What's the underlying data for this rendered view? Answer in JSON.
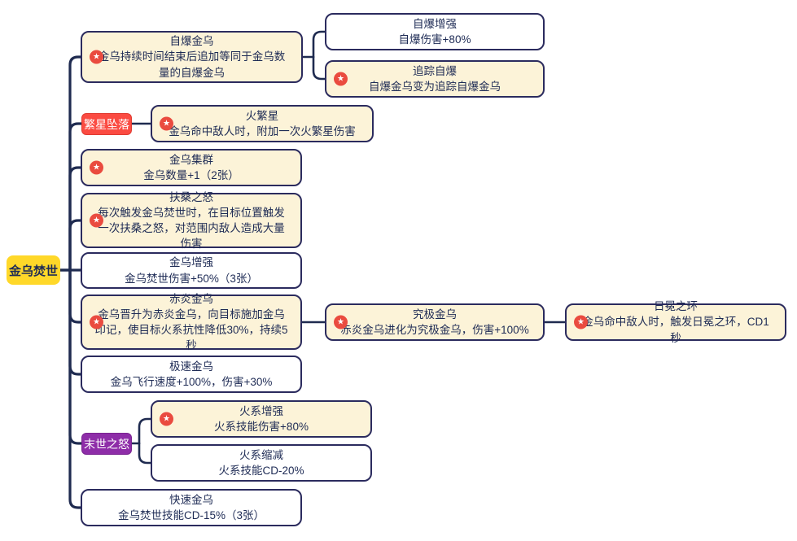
{
  "root": {
    "label": "金乌焚世"
  },
  "group_labels": {
    "fanxing_zhuiluo": "繁星坠落",
    "moshi_zhinu": "末世之怒"
  },
  "icons": {
    "star": "★"
  },
  "colors": {
    "root_fill": "#ffd829",
    "node_yellow_fill": "#fcf3d8",
    "node_white_fill": "#ffffff",
    "node_border": "#2b2b5e",
    "connector": "#1f2b50",
    "star_badge": "#ea4b3f",
    "group_red": "#fb4b42",
    "group_purple": "#8e2da8",
    "text": "#1e2b55"
  },
  "nodes": {
    "zibao_jinwu": {
      "title": "自爆金乌",
      "body": "金乌持续时间结束后追加等同于金乌数量的自爆金乌"
    },
    "zibao_zengqiang": {
      "title": "自爆增强",
      "body": "自爆伤害+80%"
    },
    "zhuizong_zibao": {
      "title": "追踪自爆",
      "body": "自爆金乌变为追踪自爆金乌"
    },
    "huo_fanxing": {
      "title": "火繁星",
      "body": "金乌命中敌人时，附加一次火繁星伤害"
    },
    "jinwu_jiqun": {
      "title": "金乌集群",
      "body": "金乌数量+1（2张）"
    },
    "fusang_zhinu": {
      "title": "扶桑之怒",
      "body": "每次触发金乌焚世时，在目标位置触发一次扶桑之怒，对范围内敌人造成大量伤害"
    },
    "jinwu_zengqiang": {
      "title": "金乌增强",
      "body": "金乌焚世伤害+50%（3张）"
    },
    "chiyan_jinwu": {
      "title": "赤炎金乌",
      "body": "金乌晋升为赤炎金乌，向目标施加金乌印记，使目标火系抗性降低30%，持续5秒"
    },
    "jiuji_jinwu": {
      "title": "究极金乌",
      "body": "赤炎金乌进化为究极金乌，伤害+100%"
    },
    "rimian_zhihuan": {
      "title": "日冕之环",
      "body": "金乌命中敌人时，触发日冕之环，CD1秒"
    },
    "jisu_jinwu": {
      "title": "极速金乌",
      "body": "金乌飞行速度+100%，伤害+30%"
    },
    "huoxi_zengqiang": {
      "title": "火系增强",
      "body": "火系技能伤害+80%"
    },
    "huoxi_suojian": {
      "title": "火系缩减",
      "body": "火系技能CD-20%"
    },
    "kuaisu_jinwu": {
      "title": "快速金乌",
      "body": "金乌焚世技能CD-15%（3张）"
    }
  }
}
